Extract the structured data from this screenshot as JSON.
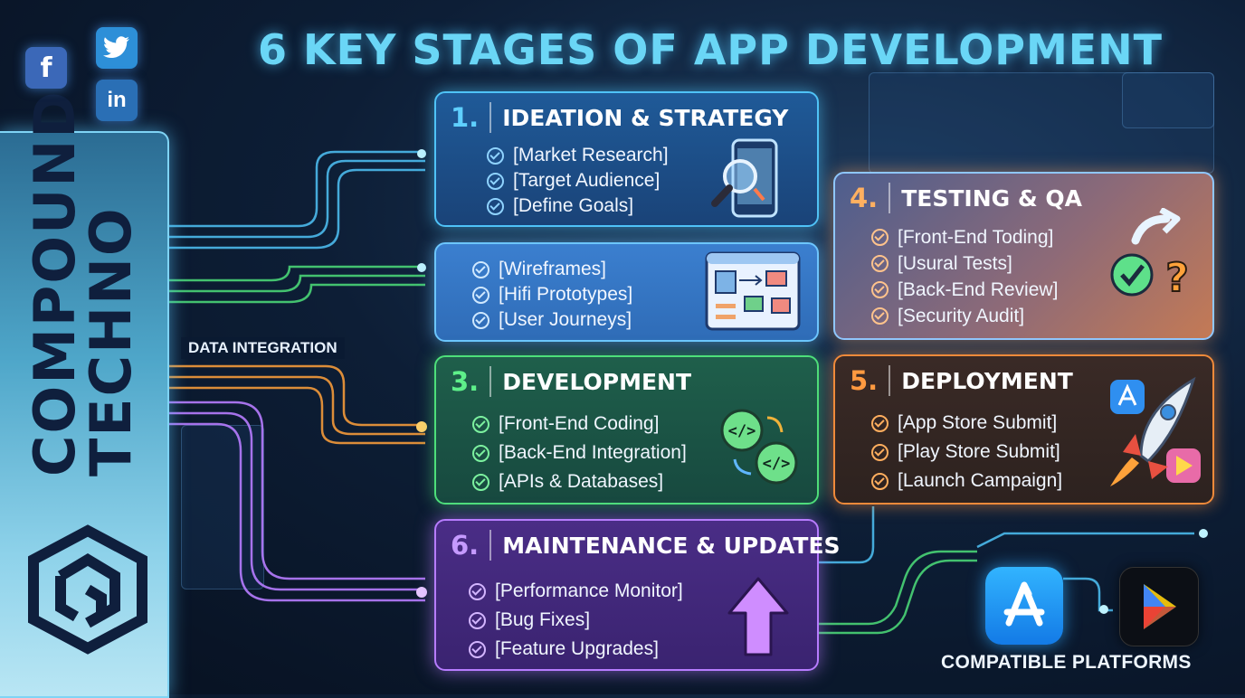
{
  "title": "6 KEY STAGES OF APP DEVELOPMENT",
  "brand": {
    "line1": "COMPOUND",
    "line2": "TECHNO"
  },
  "social": {
    "facebook": "f",
    "twitter_icon": "twitter-bird",
    "linkedin": "in"
  },
  "connector_label": "DATA INTEGRATION",
  "stages": [
    {
      "num": "1.",
      "title": "IDEATION & STRATEGY",
      "items": [
        "[Market Research]",
        "[Target Audience]",
        "[Define Goals]"
      ],
      "icon": "phone-magnifier-icon",
      "color": "#4fc3f7"
    },
    {
      "num": "",
      "title": "",
      "items": [
        "[Wireframes]",
        "[Hifi Prototypes]",
        "[User Journeys]"
      ],
      "icon": "wireframe-icon",
      "color": "#6cc6ff"
    },
    {
      "num": "3.",
      "title": "DEVELOPMENT",
      "items": [
        "[Front-End Coding]",
        "[Back-End Integration]",
        "[APIs & Databases]"
      ],
      "icon": "code-icon",
      "color": "#4ddf7a"
    },
    {
      "num": "4.",
      "title": "TESTING & QA",
      "items": [
        "[Front-End Toding]",
        "[Usural Tests]",
        "[Back-End Review]",
        "[Security Audit]"
      ],
      "icon": "check-question-icon",
      "color": "#ffb060"
    },
    {
      "num": "5.",
      "title": "DEPLOYMENT",
      "items": [
        "[App Store Submit]",
        "[Play Store Submit]",
        "[Launch Campaign]"
      ],
      "icon": "rocket-icon",
      "color": "#f08a3a"
    },
    {
      "num": "6.",
      "title": "MAINTENANCE & UPDATES",
      "items": [
        "[Performance Monitor]",
        "[Bug Fixes]",
        "[Feature Upgrades]"
      ],
      "icon": "up-arrow-icon",
      "color": "#b77cff"
    }
  ],
  "platforms": {
    "label": "COMPATIBLE PLATFORMS",
    "items": [
      "app-store-icon",
      "play-store-icon"
    ]
  }
}
